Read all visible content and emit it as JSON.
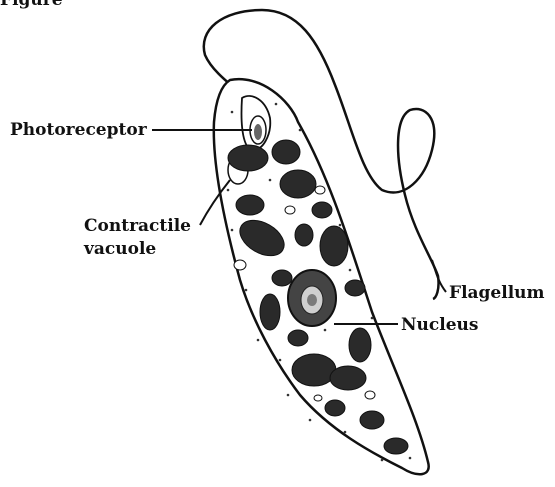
{
  "figure": {
    "caption": "Figure",
    "labels": {
      "photoreceptor": "Photoreceptor",
      "contractile_vacuole_line1": "Contractile",
      "contractile_vacuole_line2": "vacuole",
      "flagellum": "Flagellum",
      "nucleus": "Nucleus"
    }
  },
  "colors": {
    "ink": "#111111",
    "organelle": "#2a2a2a",
    "organelle_mid": "#555555",
    "background": "#ffffff"
  }
}
